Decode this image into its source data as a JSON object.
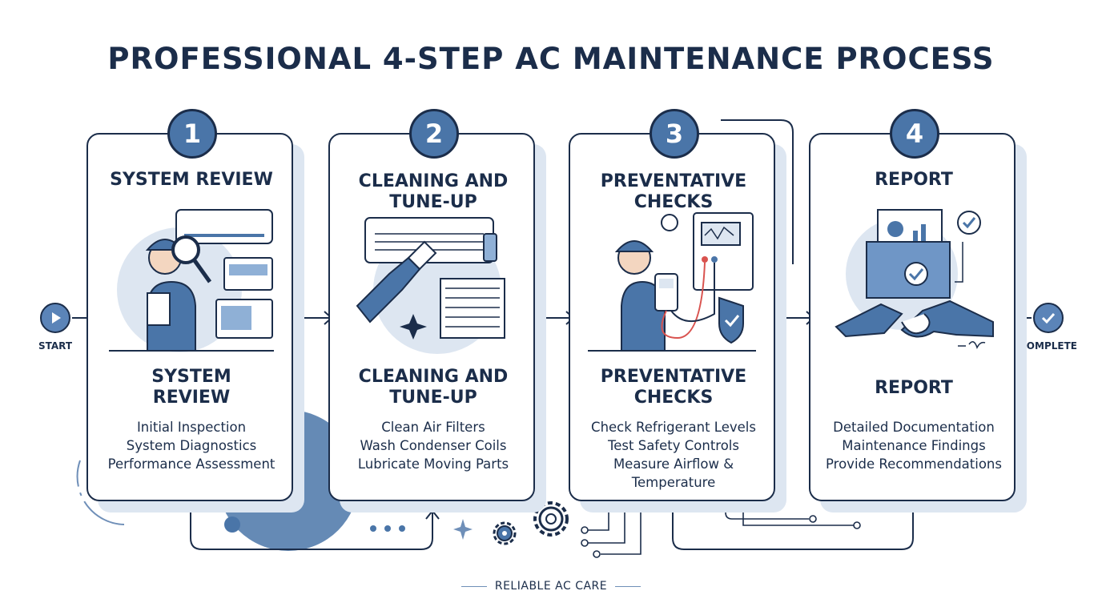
{
  "title": "PROFESSIONAL 4-STEP AC MAINTENANCE PROCESS",
  "start_label": "START",
  "complete_label": "COMPLETE",
  "footer": "RELIABLE AC CARE",
  "colors": {
    "navy": "#1b2d4a",
    "blue": "#4a75a8",
    "light_blue": "#dde6f1"
  },
  "steps": [
    {
      "number": "1",
      "title_top": "SYSTEM REVIEW",
      "title_sub": [
        "SYSTEM",
        "REVIEW"
      ],
      "tasks": [
        "Initial Inspection",
        "System Diagnostics",
        "Performance Assessment"
      ],
      "illustration": "technician-with-magnifier-and-clipboard"
    },
    {
      "number": "2",
      "title_top": "CLEANING AND TUNE-UP",
      "title_sub": [
        "CLEANING AND",
        "TUNE-UP"
      ],
      "tasks": [
        "Clean Air Filters",
        "Wash Condenser Coils",
        "Lubricate Moving Parts"
      ],
      "illustration": "brush-spray-and-filter"
    },
    {
      "number": "3",
      "title_top": "PREVENTATIVE CHECKS",
      "title_sub": [
        "PREVENTATIVE",
        "CHECKS"
      ],
      "tasks": [
        "Check Refrigerant Levels",
        "Test Safety Controls",
        "Measure Airflow & Temperature"
      ],
      "illustration": "technician-with-multimeter-and-shield"
    },
    {
      "number": "4",
      "title_top": "REPORT",
      "title_sub": [
        "REPORT"
      ],
      "tasks": [
        "Detailed Documentation",
        "Maintenance Findings",
        "Provide Recommendations"
      ],
      "illustration": "report-folder-and-handshake"
    }
  ]
}
